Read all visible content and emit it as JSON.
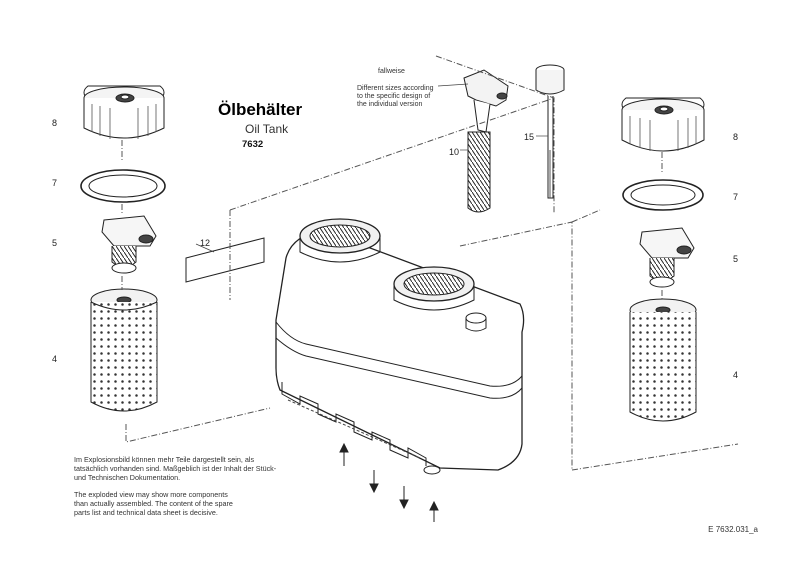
{
  "diagram": {
    "title_de": "Ölbehälter",
    "title_en": "Oil Tank",
    "part_number": "7632",
    "optional_note": {
      "label": "fallweise",
      "lines": [
        "Different sizes according",
        "to the specific design of",
        "the individual version"
      ]
    },
    "callouts": {
      "cap_left": "8",
      "gasket_left": "7",
      "valve_left": "5",
      "filter_left": "4",
      "label_plate": "12",
      "dipstick_cap": "10",
      "dipstick": "15",
      "cap_right": "8",
      "gasket_right": "7",
      "valve_right": "5",
      "filter_right": "4"
    },
    "note_de": [
      "Im Explosionsbild können mehr Teile dargestellt sein, als",
      "tatsächlich vorhanden sind. Maßgeblich ist der Inhalt der Stück-",
      "und Technischen Dokumentation."
    ],
    "note_en": [
      "The exploded view may show more components",
      "than actually assembled. The content of the spare",
      "parts list and technical data sheet is decisive."
    ],
    "reference": "E 7632.031_a"
  }
}
